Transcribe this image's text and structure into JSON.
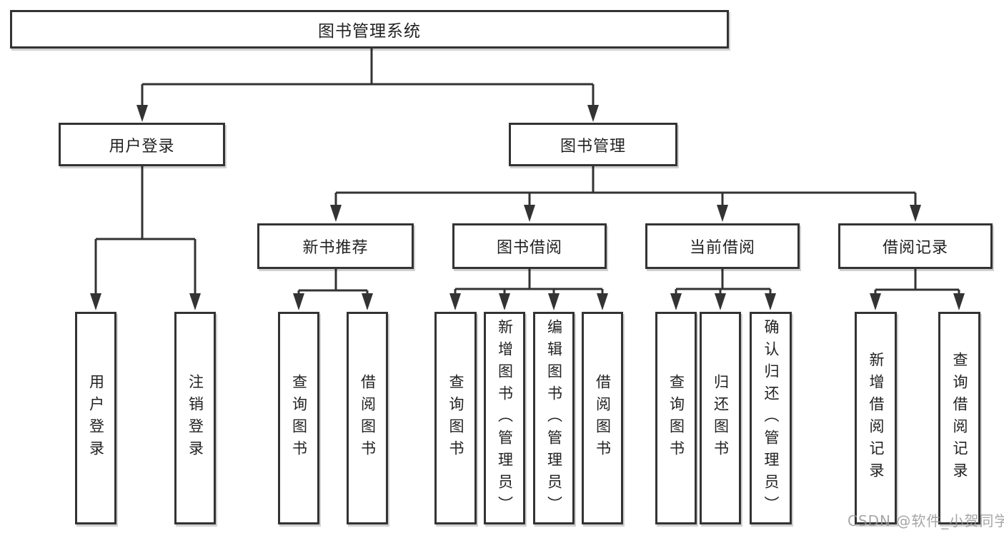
{
  "colors": {
    "line": "#333333",
    "box_border": "#333333",
    "box_background": "#ffffff",
    "text": "#222222",
    "watermark": "#969696",
    "background": "#ffffff"
  },
  "watermark": {
    "text": "CSDN @软件_小贺同学"
  },
  "tree": {
    "label": "图书管理系统",
    "children": [
      {
        "label": "用户登录",
        "children": [
          {
            "label": "用户登录"
          },
          {
            "label": "注销登录"
          }
        ]
      },
      {
        "label": "图书管理",
        "children": [
          {
            "label": "新书推荐",
            "children": [
              {
                "label": "查询图书"
              },
              {
                "label": "借阅图书"
              }
            ]
          },
          {
            "label": "图书借阅",
            "children": [
              {
                "label": "查询图书"
              },
              {
                "label": "新增图书（管理员）"
              },
              {
                "label": "编辑图书（管理员）"
              },
              {
                "label": "借阅图书"
              }
            ]
          },
          {
            "label": "当前借阅",
            "children": [
              {
                "label": "查询图书"
              },
              {
                "label": "归还图书"
              },
              {
                "label": "确认归还（管理员）"
              }
            ]
          },
          {
            "label": "借阅记录",
            "children": [
              {
                "label": "新增借阅记录"
              },
              {
                "label": "查询借阅记录"
              }
            ]
          }
        ]
      }
    ]
  }
}
